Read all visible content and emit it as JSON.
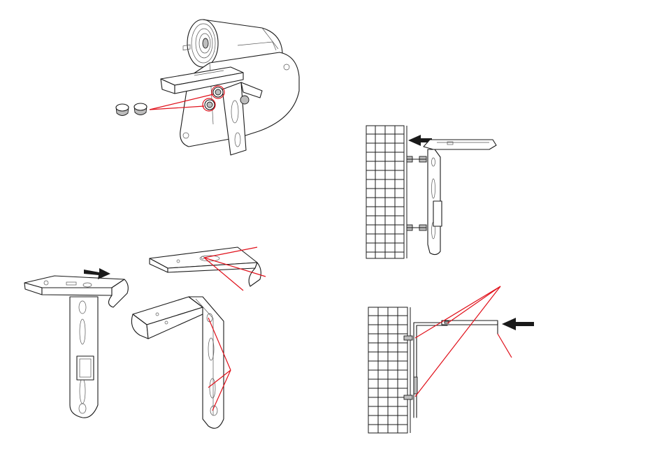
{
  "figure": {
    "panels": [
      {
        "id": "camera-cap-removal",
        "description_visible": false
      },
      {
        "id": "bracket-assembly",
        "description_visible": false
      },
      {
        "id": "wall-mount-step",
        "description_visible": false
      },
      {
        "id": "wall-mount-side-view",
        "description_visible": false
      }
    ],
    "colors": {
      "line": "#1a1a1a",
      "callout": "#e0101a",
      "background": "#ffffff"
    },
    "icons": [
      "arrow-right-icon",
      "arrow-left-icon",
      "screw-icon",
      "rubber-cap-icon"
    ]
  }
}
